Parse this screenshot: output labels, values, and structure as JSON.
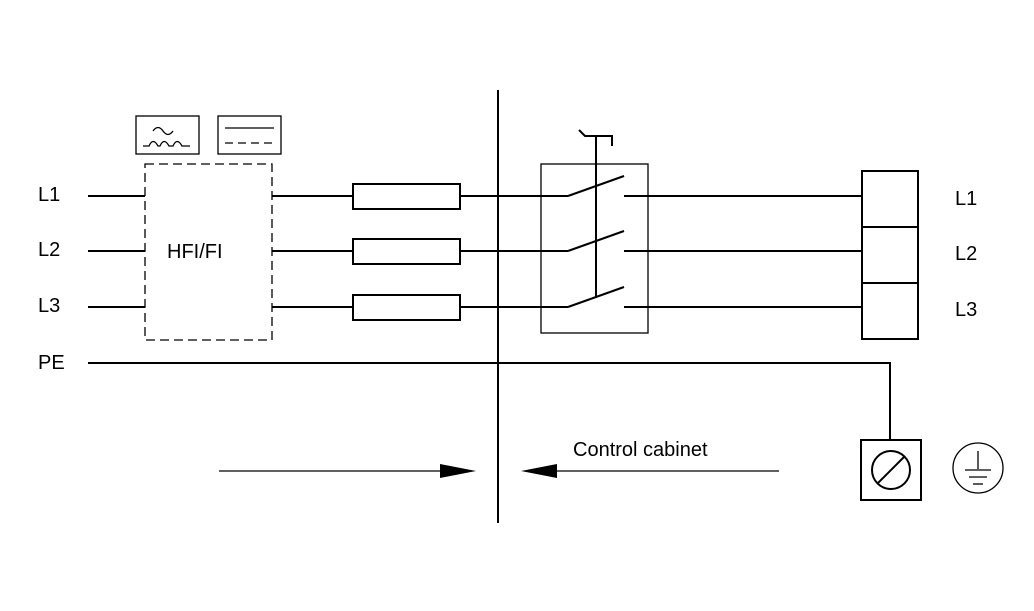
{
  "left_labels": [
    "L1",
    "L2",
    "L3",
    "PE"
  ],
  "right_labels": [
    "L1",
    "L2",
    "L3"
  ],
  "rcd_label": "HFI/FI",
  "cabinet_label": "Control cabinet"
}
